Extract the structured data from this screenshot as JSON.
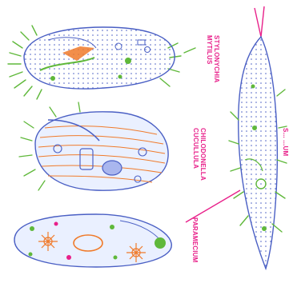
{
  "diagram": {
    "colors": {
      "outline": "#4a5fc4",
      "cilia": "#5fb83a",
      "label": "#e8208a",
      "nucleus": "#f07a2a",
      "fill": "#eaf0ff"
    },
    "labels": {
      "stylonychia": [
        "STYLONYCHIA",
        "MYTILUS"
      ],
      "chilodonella": [
        "CHILODONELLA",
        "CUCULLULA"
      ],
      "paramecium": [
        "PARAMECIUM"
      ],
      "right_organism_partial": [
        "S...  ...UM"
      ]
    }
  }
}
